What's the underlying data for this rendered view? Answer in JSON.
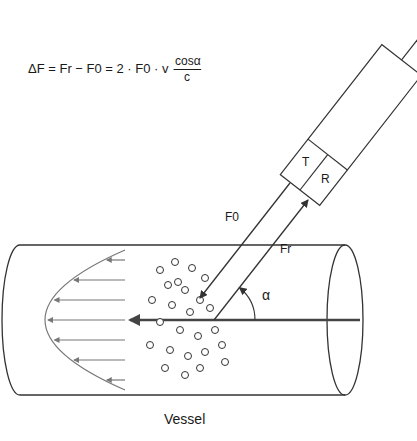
{
  "diagram": {
    "labels": [
      "ΔF = Fr − F0 = 2 · F0 · v",
      "cosα",
      "c",
      "T",
      "R",
      "F0",
      "Fr",
      "α",
      "Vessel"
    ]
  }
}
